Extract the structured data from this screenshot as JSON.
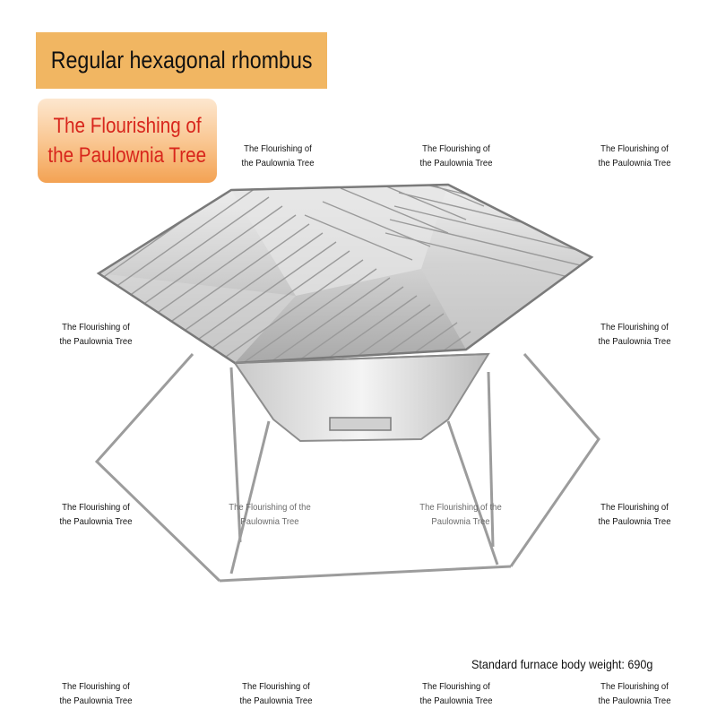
{
  "title": "Regular hexagonal rhombus",
  "brand": {
    "line1": "The Flourishing of",
    "line2": "the Paulownia Tree"
  },
  "watermark": {
    "line1": "The Flourishing of",
    "line2": "the Paulownia Tree",
    "inline_line1": "The Flourishing of the",
    "inline_line2": "Paulownia Tree"
  },
  "weight_label": "Standard furnace body weight: 690g",
  "colors": {
    "title_bg": "#f1b662",
    "brand_text": "#d8261c",
    "brand_bg_top": "#fde7cf",
    "brand_bg_bottom": "#f3a253",
    "steel": "#b8b8b8"
  }
}
